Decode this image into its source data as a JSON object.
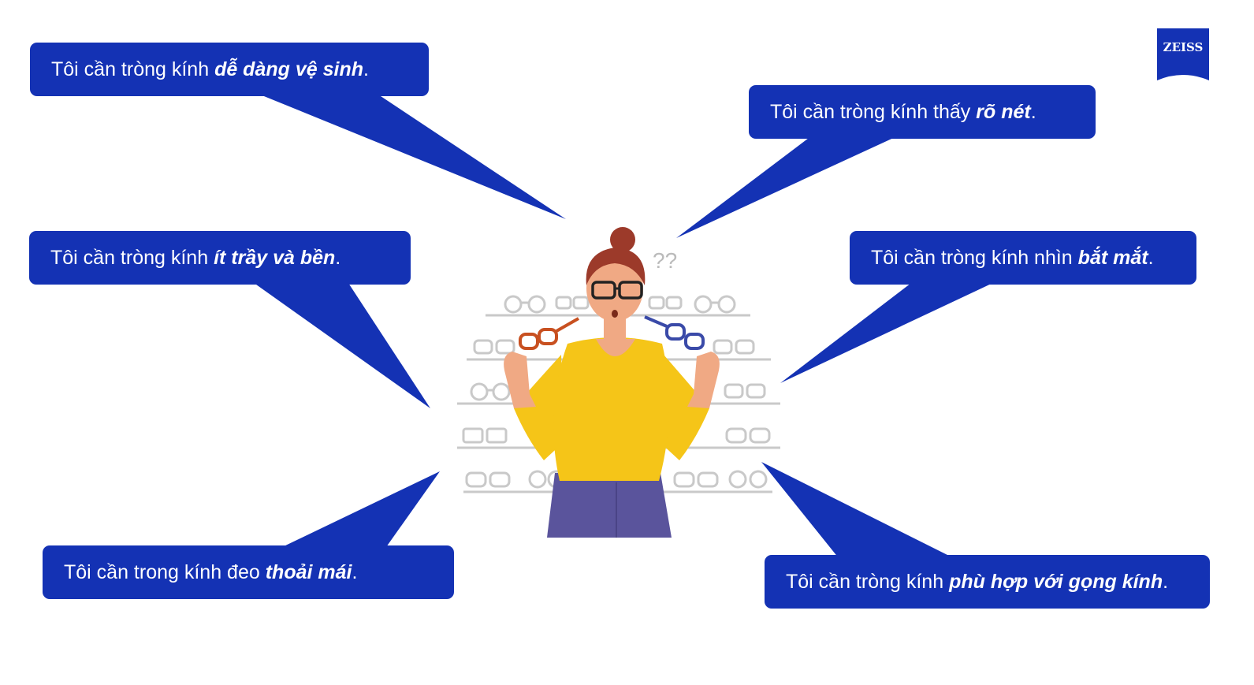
{
  "logo": {
    "text": "ZEISS",
    "color": "#1432b4"
  },
  "colors": {
    "bubble": "#1432b4",
    "bubble_text": "#ffffff",
    "shirt": "#f5c518",
    "pants": "#5a549c",
    "hair": "#9c3a2a",
    "skin": "#f0a984"
  },
  "bubbles": [
    {
      "prefix": "Tôi cần tròng kính ",
      "emphasis": "dễ dàng vệ sinh",
      "suffix": "."
    },
    {
      "prefix": "Tôi cần tròng kính thấy ",
      "emphasis": "rõ nét",
      "suffix": "."
    },
    {
      "prefix": "Tôi cần tròng kính ",
      "emphasis": "ít trầy và bền",
      "suffix": "."
    },
    {
      "prefix": "Tôi cần tròng kính nhìn ",
      "emphasis": "bắt mắt",
      "suffix": "."
    },
    {
      "prefix": "Tôi cần trong kính đeo ",
      "emphasis": "thoải mái",
      "suffix": "."
    },
    {
      "prefix": "Tôi cần tròng kính ",
      "emphasis": "phù hợp với gọng kính",
      "suffix": "."
    }
  ],
  "illustration": {
    "question_marks": "??",
    "icons": [
      "woman-icon",
      "glasses-shelf-icon",
      "red-glasses-icon",
      "blue-glasses-icon"
    ]
  }
}
